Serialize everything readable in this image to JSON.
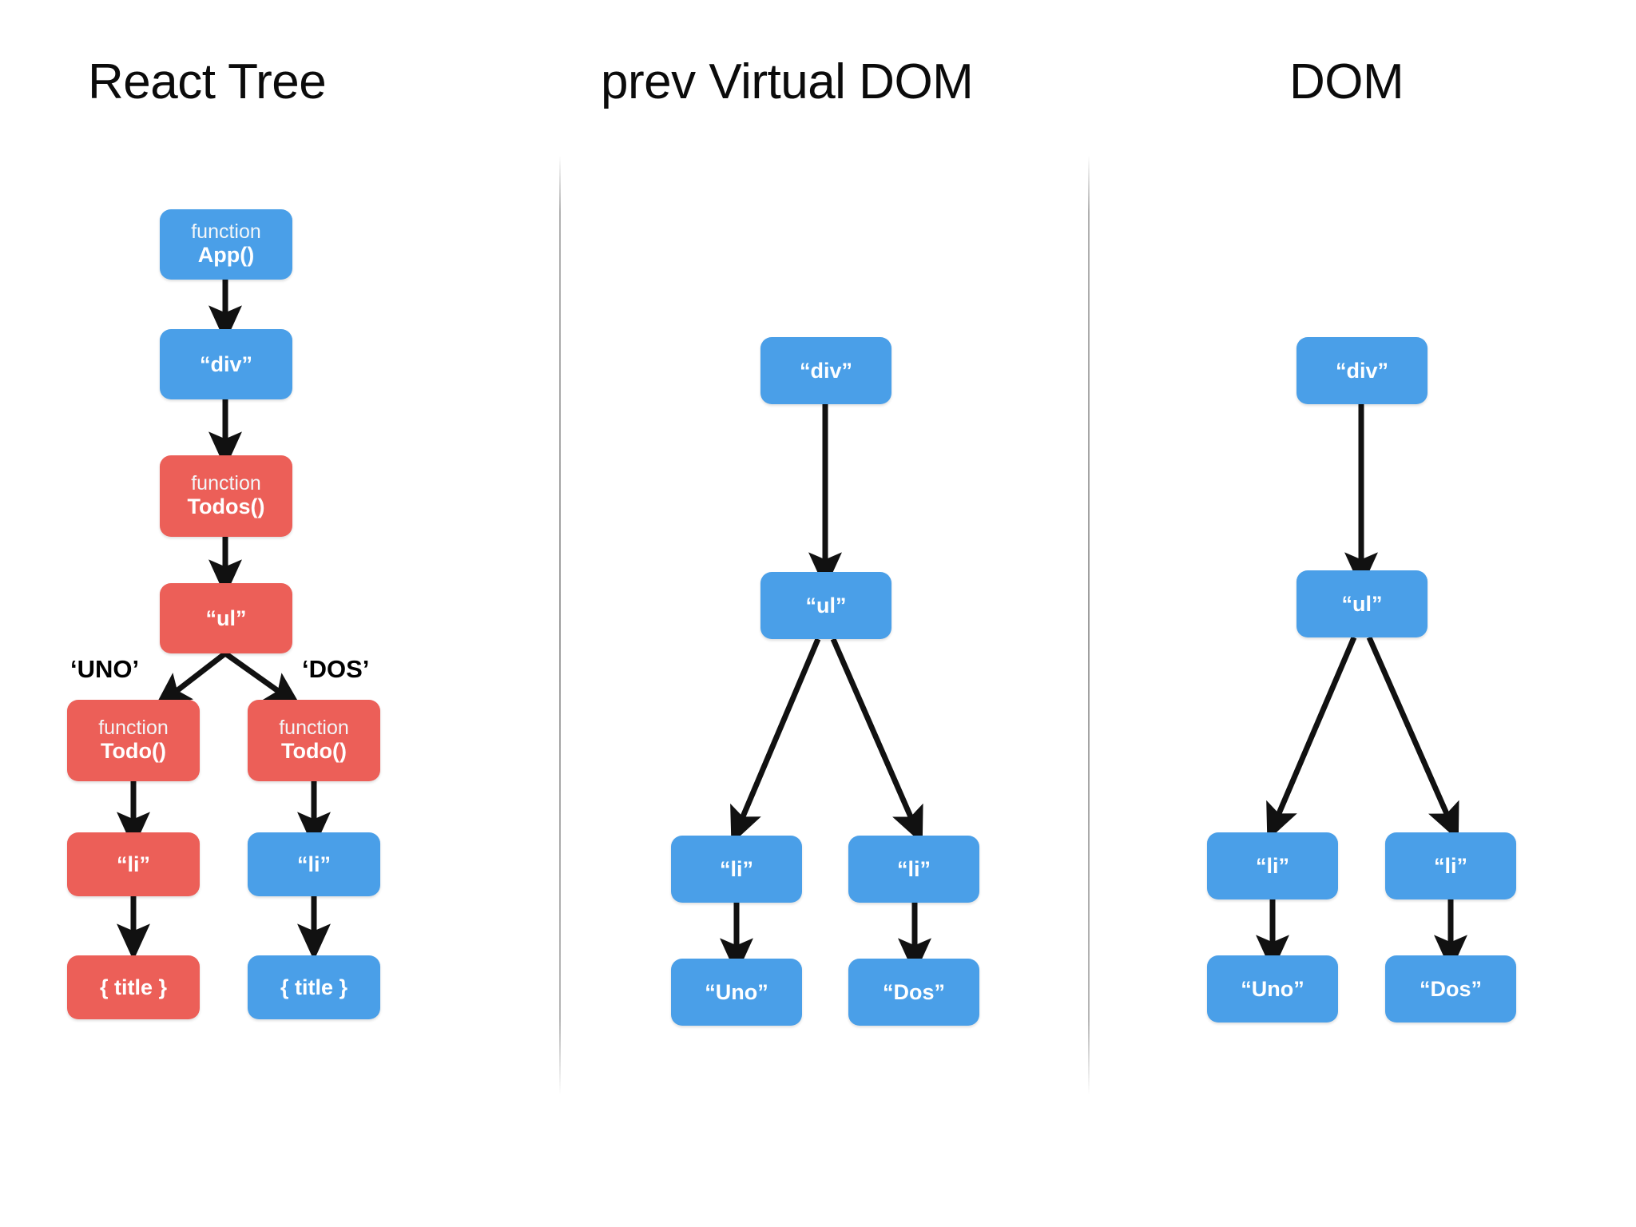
{
  "columns": [
    {
      "id": "react-tree",
      "title": "React Tree"
    },
    {
      "id": "prev-virtual-dom",
      "title": "prev Virtual DOM"
    },
    {
      "id": "dom",
      "title": "DOM"
    }
  ],
  "colors": {
    "blue": "#4A9FE8",
    "red": "#EC5F58",
    "text_on_node": "#FFFFFF",
    "heading": "#0B0B0B",
    "arrow": "#111111",
    "divider": "#9A9A9A",
    "background": "#FFFFFF"
  },
  "react_tree": {
    "nodes": {
      "app": {
        "line1": "function",
        "line2": "App()",
        "color": "blue"
      },
      "div": {
        "label": "“div”",
        "color": "blue"
      },
      "todos": {
        "line1": "function",
        "line2": "Todos()",
        "color": "red"
      },
      "ul": {
        "label": "“ul”",
        "color": "red"
      },
      "todo_left": {
        "line1": "function",
        "line2": "Todo()",
        "color": "red"
      },
      "todo_right": {
        "line1": "function",
        "line2": "Todo()",
        "color": "red"
      },
      "li_left": {
        "label": "“li”",
        "color": "red"
      },
      "li_right": {
        "label": "“li”",
        "color": "blue"
      },
      "title_left": {
        "label": "{ title }",
        "color": "red"
      },
      "title_right": {
        "label": "{ title }",
        "color": "blue"
      }
    },
    "edge_labels": {
      "uno": "‘UNO’",
      "dos": "‘DOS’"
    }
  },
  "prev_virtual_dom": {
    "nodes": {
      "div": {
        "label": "“div”",
        "color": "blue"
      },
      "ul": {
        "label": "“ul”",
        "color": "blue"
      },
      "li_left": {
        "label": "“li”",
        "color": "blue"
      },
      "li_right": {
        "label": "“li”",
        "color": "blue"
      },
      "uno": {
        "label": "“Uno”",
        "color": "blue"
      },
      "dos": {
        "label": "“Dos”",
        "color": "blue"
      }
    }
  },
  "dom": {
    "nodes": {
      "div": {
        "label": "“div”",
        "color": "blue"
      },
      "ul": {
        "label": "“ul”",
        "color": "blue"
      },
      "li_left": {
        "label": "“li”",
        "color": "blue"
      },
      "li_right": {
        "label": "“li”",
        "color": "blue"
      },
      "uno": {
        "label": "“Uno”",
        "color": "blue"
      },
      "dos": {
        "label": "“Dos”",
        "color": "blue"
      }
    }
  }
}
